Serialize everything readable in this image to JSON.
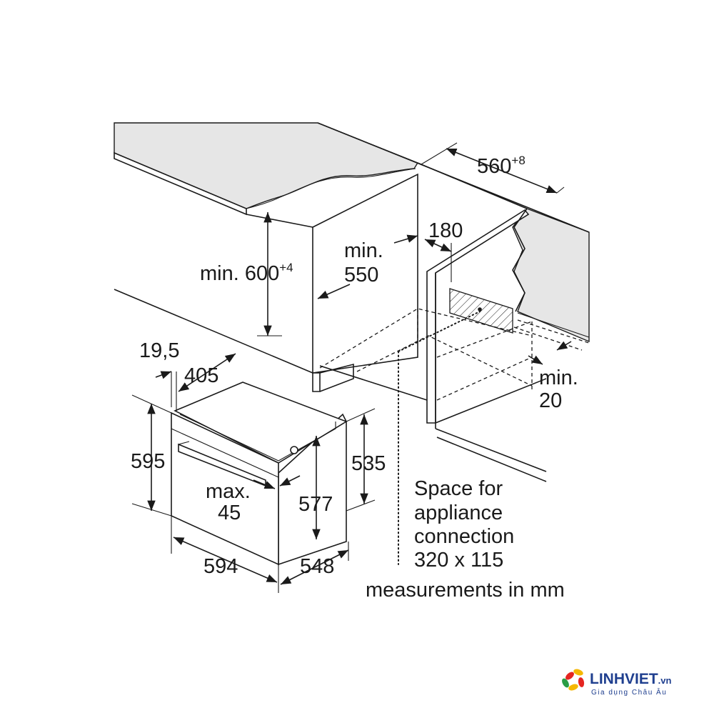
{
  "dimensions": {
    "niche_width": "560",
    "niche_width_tolerance": "+8",
    "niche_height": "min. 600",
    "niche_height_tolerance": "+4",
    "niche_depth_line1": "min.",
    "niche_depth_line2": "550",
    "rear_opening_depth": "180",
    "rear_gap_line1": "min.",
    "rear_gap_line2": "20",
    "front_panel_offset": "19,5",
    "oven_body_offset": "405",
    "oven_height": "595",
    "oven_width": "594",
    "oven_depth": "548",
    "oven_body_height": "577",
    "oven_side_height": "535",
    "handle_projection_line1": "max.",
    "handle_projection_line2": "45"
  },
  "connection_note": {
    "line1": "Space for",
    "line2": "appliance",
    "line3": "connection",
    "line4": "320 x 115"
  },
  "units_note": "measurements in mm",
  "logo": {
    "name": "LINHVIET",
    "suffix": ".vn",
    "tagline": "Gia dụng Châu Âu",
    "colors": [
      "#e52521",
      "#f5b700",
      "#2a9d45",
      "#1f3f8f"
    ]
  }
}
